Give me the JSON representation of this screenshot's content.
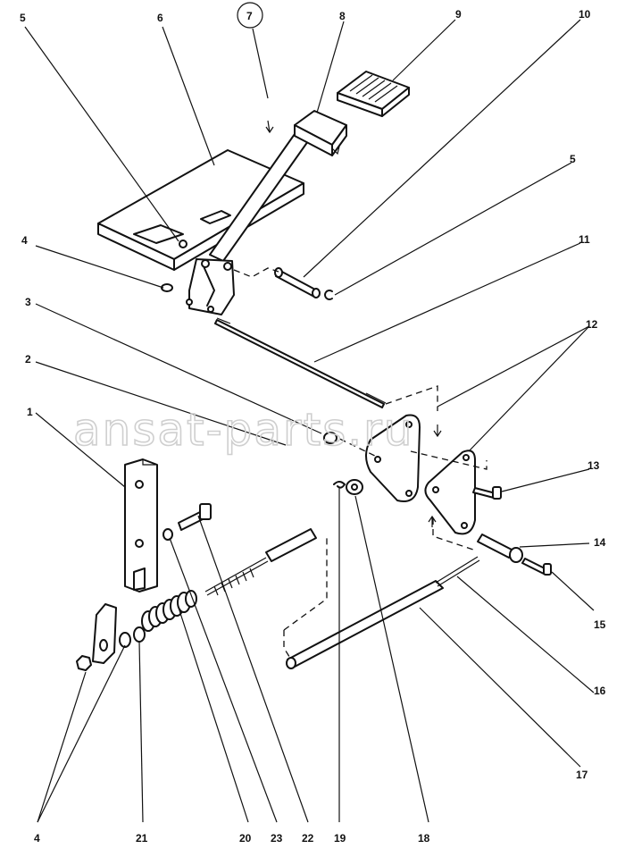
{
  "watermark": "ansat-parts.ru",
  "view_marker": "7",
  "callouts": {
    "c1": "1",
    "c2": "2",
    "c3": "3",
    "c4_top": "4",
    "c4_bottom": "4",
    "c5_left": "5",
    "c5_right": "5",
    "c6": "6",
    "c8": "8",
    "c9": "9",
    "c10": "10",
    "c11": "11",
    "c12": "12",
    "c13": "13",
    "c14": "14",
    "c15": "15",
    "c16": "16",
    "c17": "17",
    "c18": "18",
    "c19": "19",
    "c20": "20",
    "c21": "21",
    "c22": "22",
    "c23": "23"
  }
}
